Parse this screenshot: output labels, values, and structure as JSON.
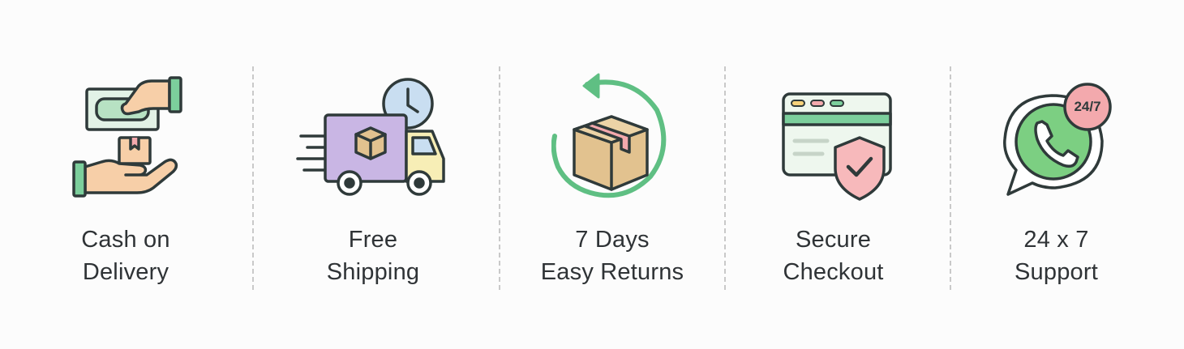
{
  "colors": {
    "outline": "#2f3a3a",
    "green": "#7ccf9c",
    "green_dark": "#4faa72",
    "skin": "#f7cfa8",
    "purple": "#c9b6e4",
    "yellow": "#f7eeb6",
    "box": "#e2c28f",
    "pink": "#f3a9ad",
    "light_blue": "#c9def1",
    "whatsapp_green": "#7ccf82"
  },
  "features": [
    {
      "icon": "cash-hand-icon",
      "line1": "Cash on",
      "line2": "Delivery"
    },
    {
      "icon": "delivery-truck-icon",
      "line1": "Free",
      "line2": "Shipping"
    },
    {
      "icon": "return-box-icon",
      "line1": "7 Days",
      "line2": "Easy Returns"
    },
    {
      "icon": "secure-checkout-icon",
      "line1": "Secure",
      "line2": "Checkout"
    },
    {
      "icon": "whatsapp-support-icon",
      "line1": "24 x 7",
      "line2": "Support",
      "badge": "24/7"
    }
  ]
}
